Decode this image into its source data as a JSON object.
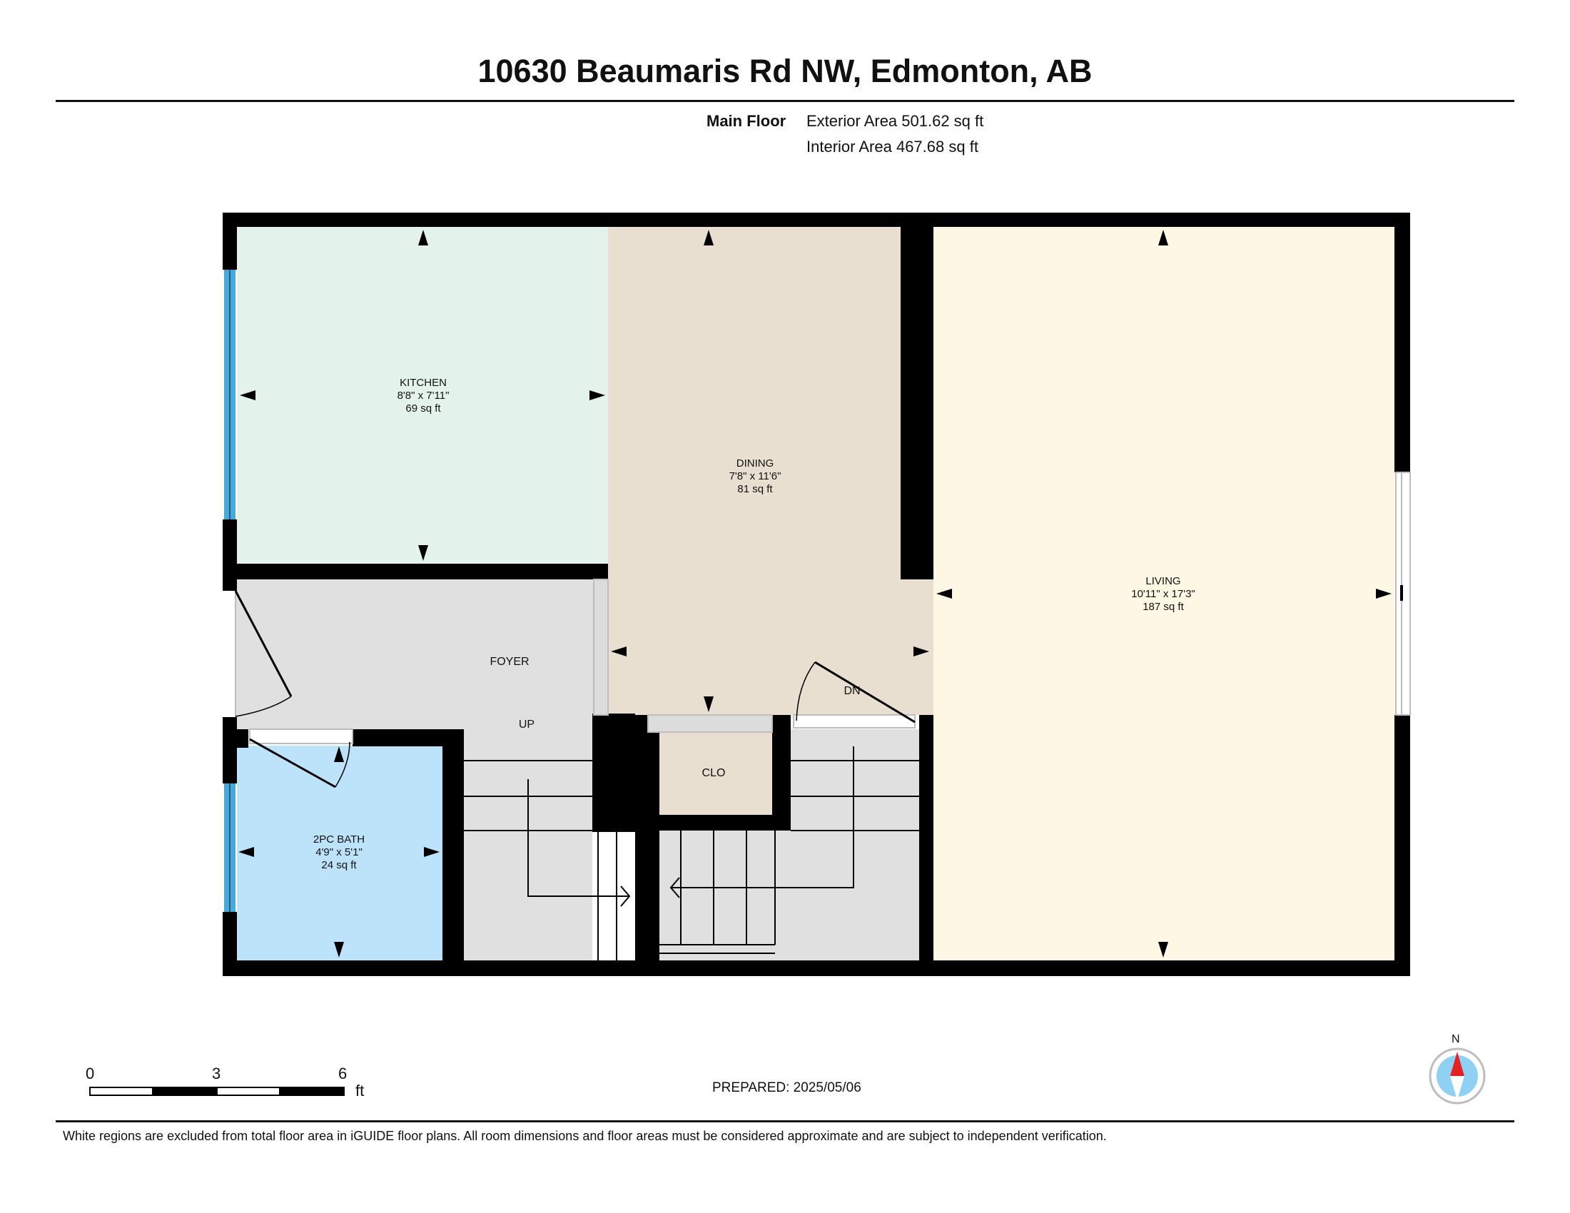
{
  "header": {
    "title": "10630 Beaumaris Rd NW, Edmonton, AB",
    "floor": "Main Floor",
    "exterior_area": "Exterior Area 501.62 sq ft",
    "interior_area": "Interior Area 467.68 sq ft"
  },
  "rooms": {
    "kitchen": {
      "name": "KITCHEN",
      "dims": "8'8\" x 7'11\"",
      "area": "69 sq ft"
    },
    "dining": {
      "name": "DINING",
      "dims": "7'8\" x 11'6\"",
      "area": "81 sq ft"
    },
    "living": {
      "name": "LIVING",
      "dims": "10'11\" x 17'3\"",
      "area": "187 sq ft"
    },
    "bath": {
      "name": "2PC BATH",
      "dims": "4'9\" x 5'1\"",
      "area": "24 sq ft"
    },
    "foyer": {
      "name": "FOYER"
    },
    "closet": {
      "name": "CLO"
    },
    "stairs_up": "UP",
    "stairs_down": "DN"
  },
  "scale": {
    "ticks": [
      "0",
      "3",
      "6"
    ],
    "unit": "ft"
  },
  "compass": {
    "label": "N"
  },
  "prepared": "PREPARED: 2025/05/06",
  "footnote": "White regions are excluded from total floor area in iGUIDE floor plans. All room dimensions and floor areas must be considered approximate and are subject to independent verification.",
  "colors": {
    "wall": "#000000",
    "kitchen": "#e4f2ec",
    "dining": "#e8dfd0",
    "living": "#fdf7e3",
    "bath": "#bde3fb",
    "circulation": "#e0e0e0",
    "window": "#4aa8d8",
    "compass_red": "#e32222",
    "compass_blue": "#8fd0f5"
  }
}
